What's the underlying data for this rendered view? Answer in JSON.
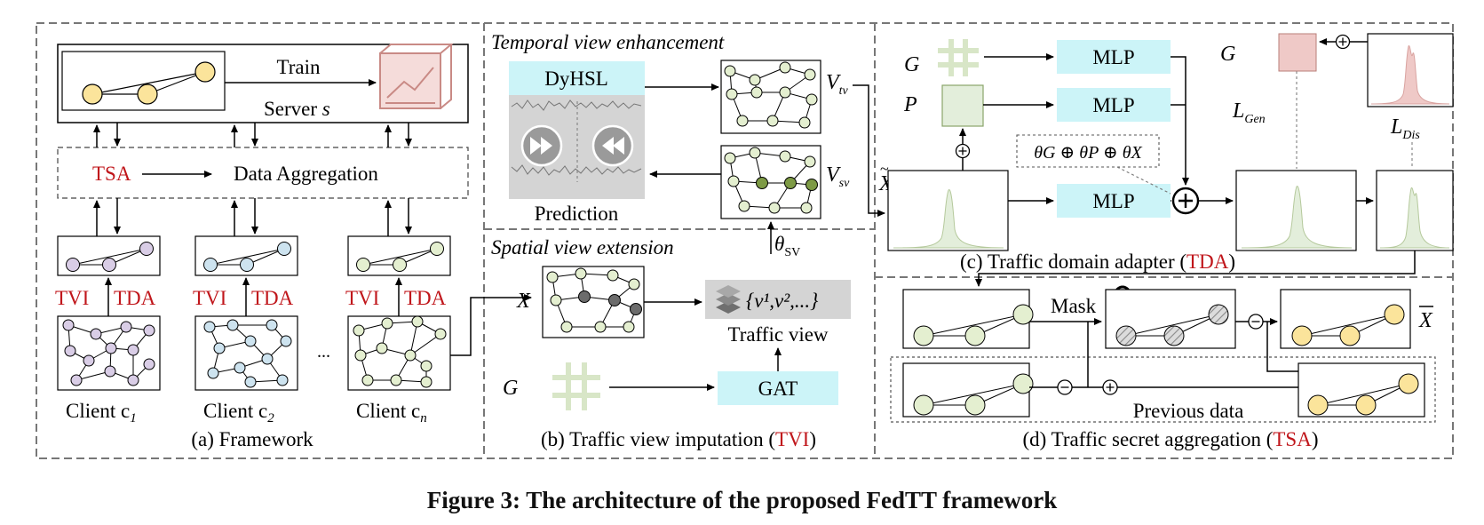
{
  "caption": "Figure 3: The architecture of the proposed FedTT framework",
  "colors": {
    "red": "#c0161b",
    "cyan": "#ccf4f8",
    "gray": "#d4d4d4",
    "lightGreen": "#e3eedb",
    "pink": "#efc9c7",
    "nodePurple": "#d9cde6",
    "nodeBlue": "#cde3ef",
    "nodeGreen": "#e4efd0",
    "nodeYellow": "#fbe49b",
    "nodeDark": "#7d9a45",
    "nodeGrayDark": "#6c6c6c"
  },
  "panel_a": {
    "train": "Train",
    "server": "Server ",
    "server_var": "s",
    "tsa": "TSA",
    "data_aggregation": "Data Aggregation",
    "tvi": "TVI",
    "tda": "TDA",
    "client_word": "Client c",
    "client_sub_1": "1",
    "client_sub_2": "2",
    "client_sub_n": "n",
    "ellipsis": "...",
    "title": "(a) Framework"
  },
  "panel_b": {
    "temporal_title": "Temporal view enhancement",
    "dyhsl": "DyHSL",
    "prediction": "Prediction",
    "v_tv": "V",
    "v_tv_sub": "tv",
    "v_sv": "V",
    "v_sv_sub": "sv",
    "spatial_title": "Spatial view extension",
    "theta_sv": "θ",
    "theta_sv_sub": "SV",
    "x": "X",
    "view_set": "{v¹,v²,...}",
    "traffic_view": "Traffic view",
    "g": "G",
    "gat": "GAT",
    "title_prefix": "(b) Traffic view imputation (",
    "title_red": "TVI",
    "title_suffix": ")"
  },
  "panel_c": {
    "g_top": "G",
    "p": "P",
    "mlp1": "MLP",
    "mlp2": "MLP",
    "mlp3": "MLP",
    "theta_formula": "θG ⊕ θP ⊕ θX",
    "x_tilde": "X",
    "g_right": "G",
    "l_gen": "L",
    "l_gen_sub": "Gen",
    "l_dis": "L",
    "l_dis_sub": "Dis",
    "title_prefix": "(c) Traffic domain adapter (",
    "title_red": "TDA",
    "title_suffix": ")"
  },
  "panel_d": {
    "mask": "Mask",
    "x_bar": "X",
    "previous": "Previous data",
    "title_prefix": "(d) Traffic secret aggregation (",
    "title_red": "TSA",
    "title_suffix": ")"
  },
  "icons": [
    "lock-icon",
    "forward-icon",
    "rewind-icon",
    "layers-icon",
    "grid-icon",
    "chart-box-icon"
  ]
}
